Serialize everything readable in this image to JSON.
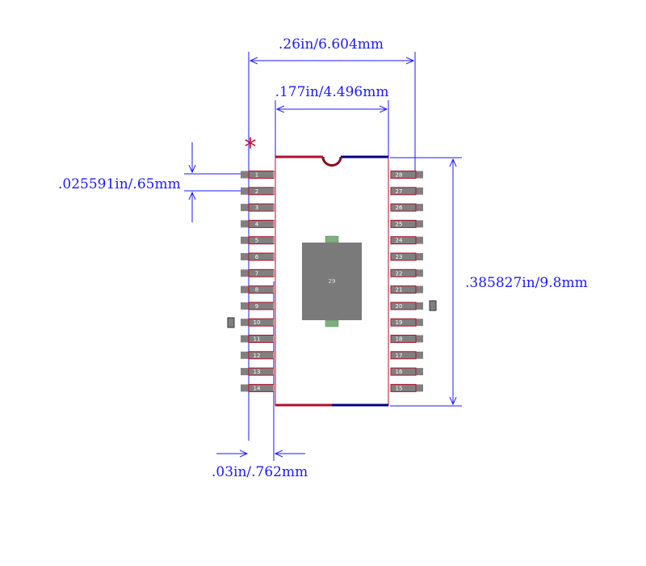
{
  "drawing": {
    "overall_width": ".26in/6.604mm",
    "body_width": ".177in/4.496mm",
    "pin_pitch": ".025591in/.65mm",
    "body_length": ".385827in/9.8mm",
    "pad_width": ".03in/.762mm",
    "pin1_marker": "*",
    "thermal_pad_label": "29",
    "left_pins": [
      "1",
      "2",
      "3",
      "4",
      "5",
      "6",
      "7",
      "8",
      "9",
      "10",
      "11",
      "12",
      "13",
      "14"
    ],
    "right_pins": [
      "28",
      "27",
      "26",
      "25",
      "24",
      "23",
      "22",
      "21",
      "20",
      "19",
      "18",
      "17",
      "16",
      "15"
    ]
  },
  "colors": {
    "dimension": "#1a1aff",
    "outline_red": "#b0102a",
    "body_blue": "#000080",
    "pad_gray": "#808080",
    "thermal_gray": "#7a7a7a",
    "via_green": "#7fae7f",
    "marker": "#c8102e"
  }
}
